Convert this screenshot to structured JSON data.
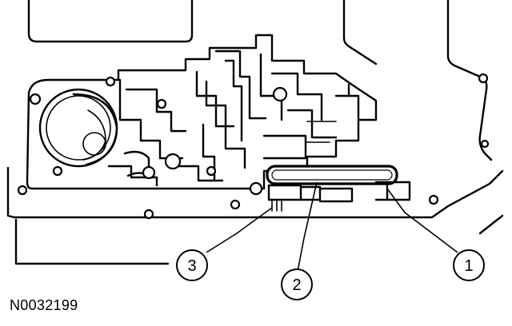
{
  "figure_id": "N0032199",
  "callouts": [
    {
      "number": "1"
    },
    {
      "number": "2"
    },
    {
      "number": "3"
    }
  ]
}
